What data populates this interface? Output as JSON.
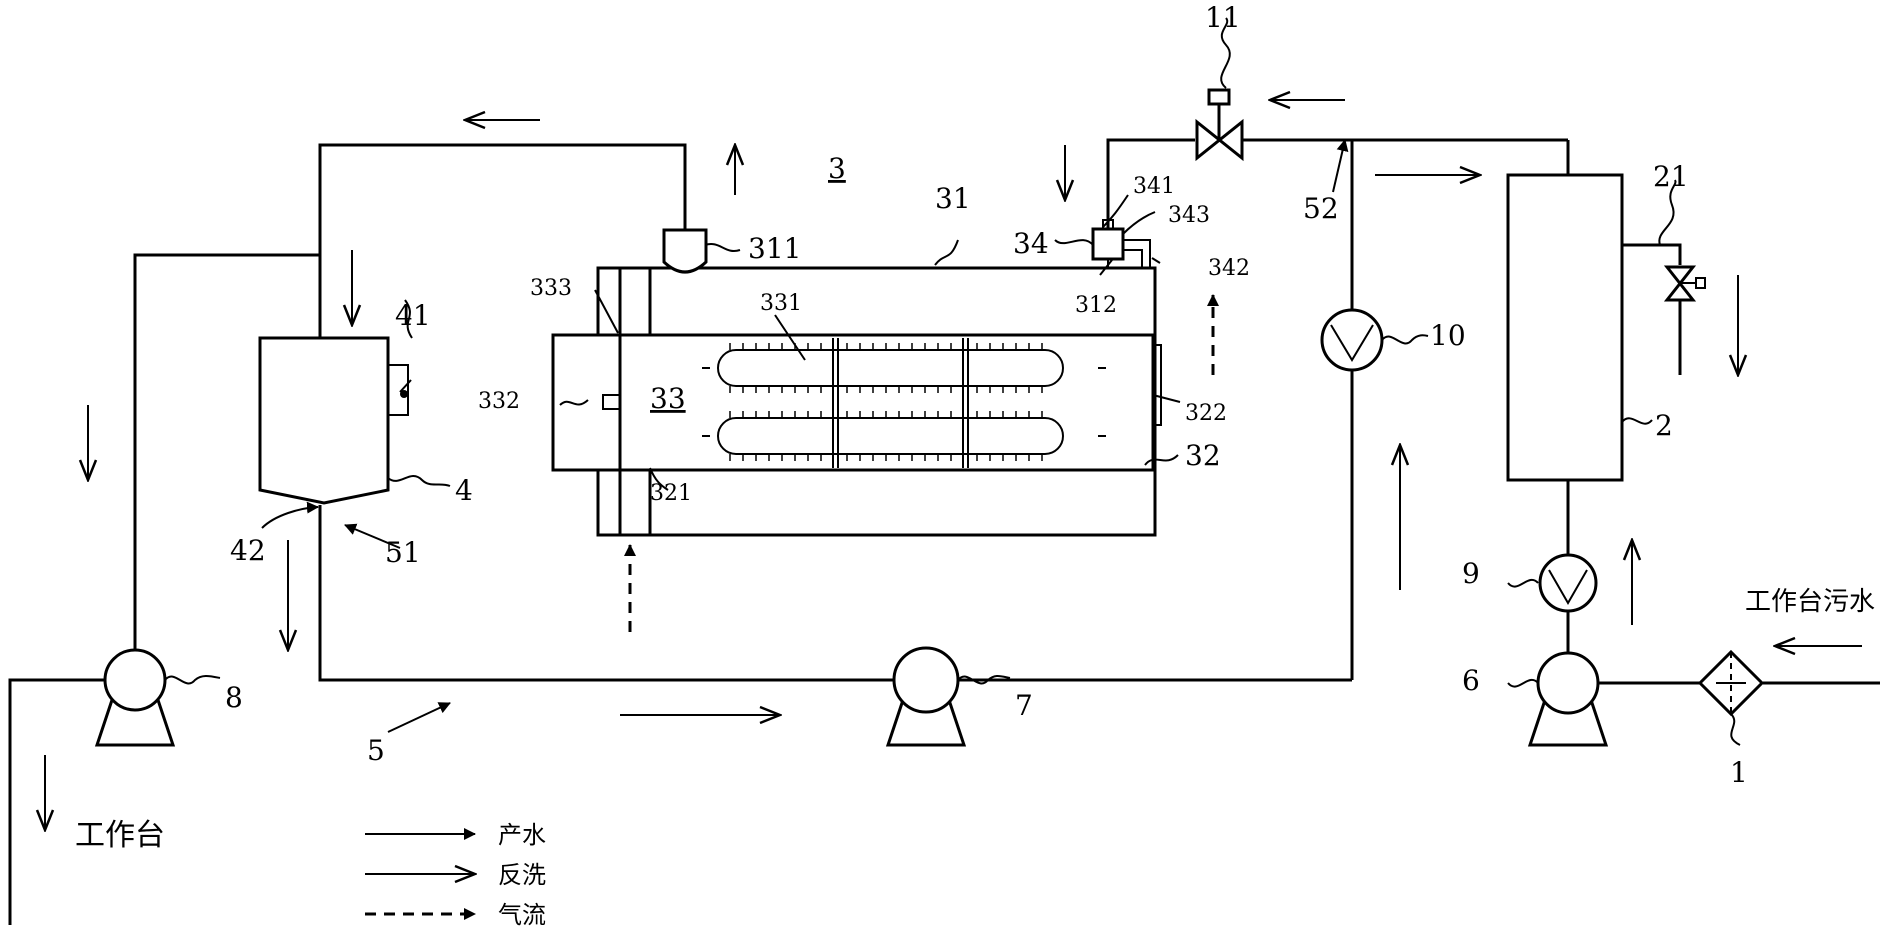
{
  "diagram": {
    "labels": {
      "n1": "1",
      "n2": "2",
      "n3": "3",
      "n4": "4",
      "n5": "5",
      "n6": "6",
      "n7": "7",
      "n8": "8",
      "n9": "9",
      "n10": "10",
      "n11": "11",
      "n21": "21",
      "n31": "31",
      "n32": "32",
      "n33": "33",
      "n34": "34",
      "n41": "41",
      "n42": "42",
      "n51": "51",
      "n52": "52",
      "n311": "311",
      "n312": "312",
      "n321": "321",
      "n322": "322",
      "n331": "331",
      "n332": "332",
      "n333": "333",
      "n341": "341",
      "n342": "342",
      "n343": "343"
    },
    "text": {
      "inlet": "工作台污水",
      "outlet": "工作台"
    },
    "legend": [
      {
        "label": "产水",
        "style": "open-arrow"
      },
      {
        "label": "反洗",
        "style": "thin-open-arrow"
      },
      {
        "label": "气流",
        "style": "dashed-arrow"
      }
    ]
  }
}
